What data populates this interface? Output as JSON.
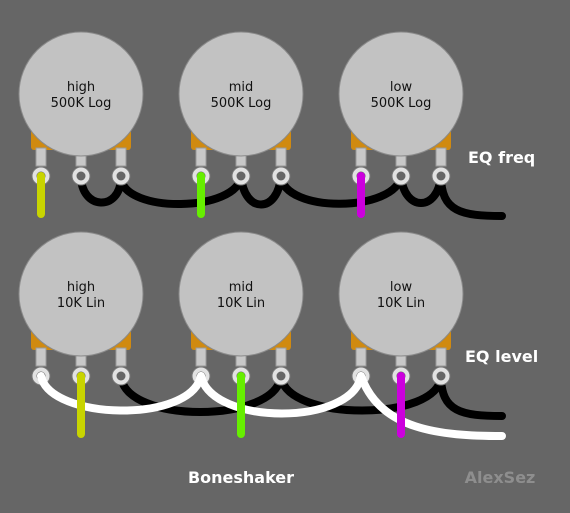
{
  "diagram": {
    "title": "Boneshaker",
    "author": "AlexSez",
    "rows": [
      {
        "label": "EQ freq",
        "pots": [
          {
            "name": "high",
            "value": "500K Log"
          },
          {
            "name": "mid",
            "value": "500K Log"
          },
          {
            "name": "low",
            "value": "500K Log"
          }
        ]
      },
      {
        "label": "EQ level",
        "pots": [
          {
            "name": "high",
            "value": "10K Lin"
          },
          {
            "name": "mid",
            "value": "10K Lin"
          },
          {
            "name": "low",
            "value": "10K Lin"
          }
        ]
      }
    ]
  },
  "colors": {
    "background": "#666666",
    "pot_body": "#c2c2c2",
    "pot_bracket": "#d08a10",
    "lug": "#c8c8c8",
    "wire_black": "#000000",
    "wire_white": "#ffffff",
    "wire_yellow": "#c8d400",
    "wire_green": "#66ee00",
    "wire_purple": "#cc00dd",
    "label": "#ffffff",
    "watermark": "#8e8e8e"
  }
}
